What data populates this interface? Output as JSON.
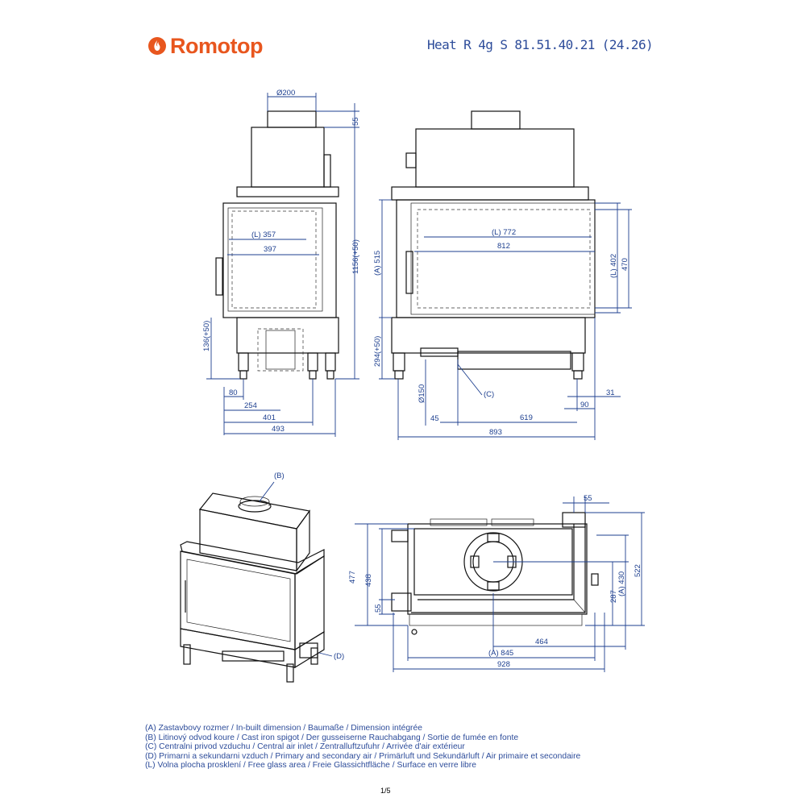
{
  "header": {
    "brand": "Romotop",
    "model": "Heat R 4g S 81.51.40.21 (24.26)"
  },
  "dimensions": {
    "front": {
      "flue_diameter": "Ø200",
      "top_offset": "55",
      "total_height": "1156(+50)",
      "glass_width": "(L) 357",
      "inner_width": "397",
      "air_inlet_height": "136(+50)",
      "w80": "80",
      "w254": "254",
      "w401": "401",
      "w493": "493"
    },
    "side": {
      "glass_width": "(L) 772",
      "inner_width": "812",
      "glass_height": "(L) 402",
      "opening_height": "470",
      "builtin_height": "(A) 515",
      "base_height": "294(+50)",
      "air_diameter": "Ø150",
      "air_label": "(C)",
      "d45": "45",
      "d619": "619",
      "d90": "90",
      "d31": "31",
      "d893": "893"
    },
    "plan": {
      "d55": "55",
      "d477": "477",
      "d438": "438",
      "d55b": "55",
      "a430": "(A) 430",
      "d287": "287",
      "d522": "522",
      "d464": "464",
      "a845": "(A) 845",
      "d928": "928"
    },
    "iso": {
      "label_b": "(B)",
      "label_d": "(D)"
    }
  },
  "legend": [
    "(A)  Zastavbovy rozmer / In-built dimension / Baumaße / Dimension intégrée",
    "(B)  Litinový odvod koure / Cast iron spigot / Der gusseiserne Rauchabgang / Sortie de fumée en fonte",
    "(C)  Centralni privod vzduchu / Central air inlet / Zentralluftzufuhr / Arrivée d'air extérieur",
    "(D)  Primarni a sekundarni vzduch / Primary and secondary air / Primärluft und Sekundärluft / Air primaire et secondaire",
    "(L)  Volna plocha prosklení / Free glass area / Freie Glassichtfläche / Surface en verre libre"
  ],
  "footer": {
    "page": "1/5"
  },
  "colors": {
    "brand": "#e8561e",
    "annotation": "#1d3f8f",
    "line": "#111111"
  }
}
